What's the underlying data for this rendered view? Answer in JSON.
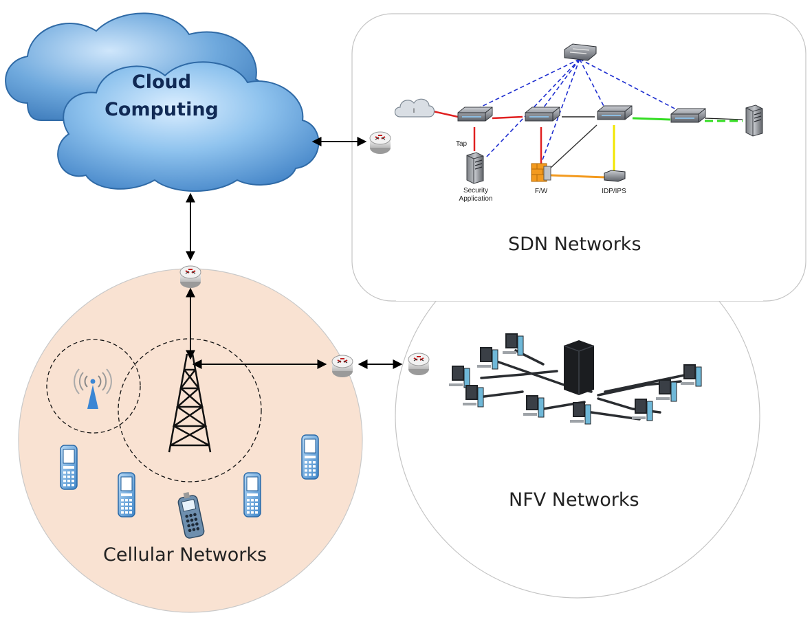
{
  "cloud": {
    "line1": "Cloud",
    "line2": "Computing"
  },
  "sdn": {
    "title": "SDN Networks",
    "labels": {
      "tap": "Tap",
      "security_line1": "Security",
      "security_line2": "Application",
      "fw": "F/W",
      "idp": "IDP/IPS"
    }
  },
  "nfv": {
    "title": "NFV Networks"
  },
  "cellular": {
    "title": "Cellular Networks"
  },
  "colors": {
    "cellular_fill": "#f9e2d2",
    "cloud_fill": "#5b9bd5",
    "cloud_text": "#112a55",
    "tower": "#111111",
    "sdn_link_red": "#e02020",
    "sdn_link_green": "#33dd22",
    "sdn_link_yellow": "#f2e600",
    "sdn_link_orange": "#f39a1e",
    "sdn_control_dashed": "#1f2fd0"
  },
  "icons": [
    "cloud-icon",
    "router-icon",
    "switch-icon",
    "server-icon",
    "firewall-icon",
    "cell-tower-icon",
    "access-point-icon",
    "mobile-phone-icon",
    "desktop-computer-icon"
  ]
}
